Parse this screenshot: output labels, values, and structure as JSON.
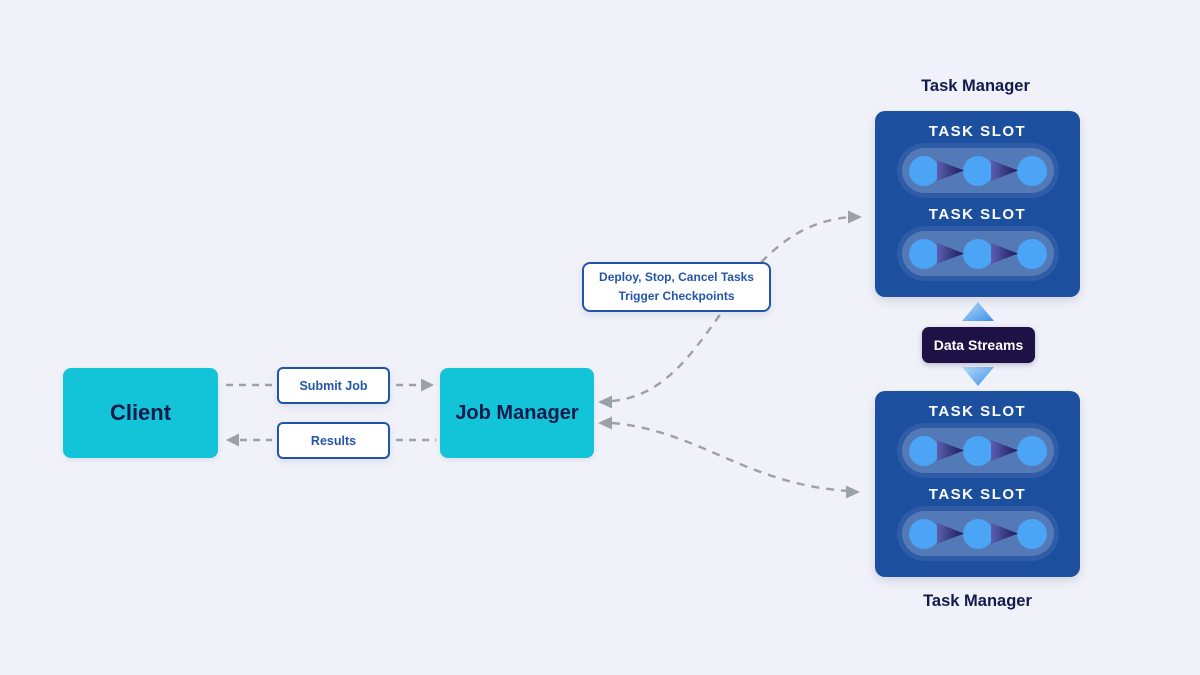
{
  "client": {
    "label": "Client"
  },
  "submit_job": {
    "label": "Submit Job"
  },
  "results": {
    "label": "Results"
  },
  "job_manager": {
    "label": "Job Manager"
  },
  "deploy_note": {
    "line1": "Deploy, Stop, Cancel Tasks",
    "line2": "Trigger Checkpoints"
  },
  "data_streams": {
    "label": "Data Streams"
  },
  "task_manager_top": {
    "title": "Task Manager",
    "slots": [
      {
        "label": "TASK SLOT"
      },
      {
        "label": "TASK SLOT"
      }
    ]
  },
  "task_manager_bottom": {
    "title": "Task Manager",
    "slots": [
      {
        "label": "TASK SLOT"
      },
      {
        "label": "TASK SLOT"
      }
    ]
  },
  "colors": {
    "background": "#f1f2f9",
    "cyan_node": "#13c4d8",
    "dark_navy_text": "#111b4d",
    "blue_border_text": "#2456a8",
    "task_manager_blue": "#1d4f9f",
    "task_dot_blue": "#4ba4f5",
    "task_flow_arrow_navy": "#1d1a5e",
    "data_streams_bg": "#1d1145",
    "dashed_arrow_gray": "#9aa1a7",
    "stream_arrow_light": "#b5ddfa",
    "stream_arrow_dark": "#3f8fe9"
  }
}
